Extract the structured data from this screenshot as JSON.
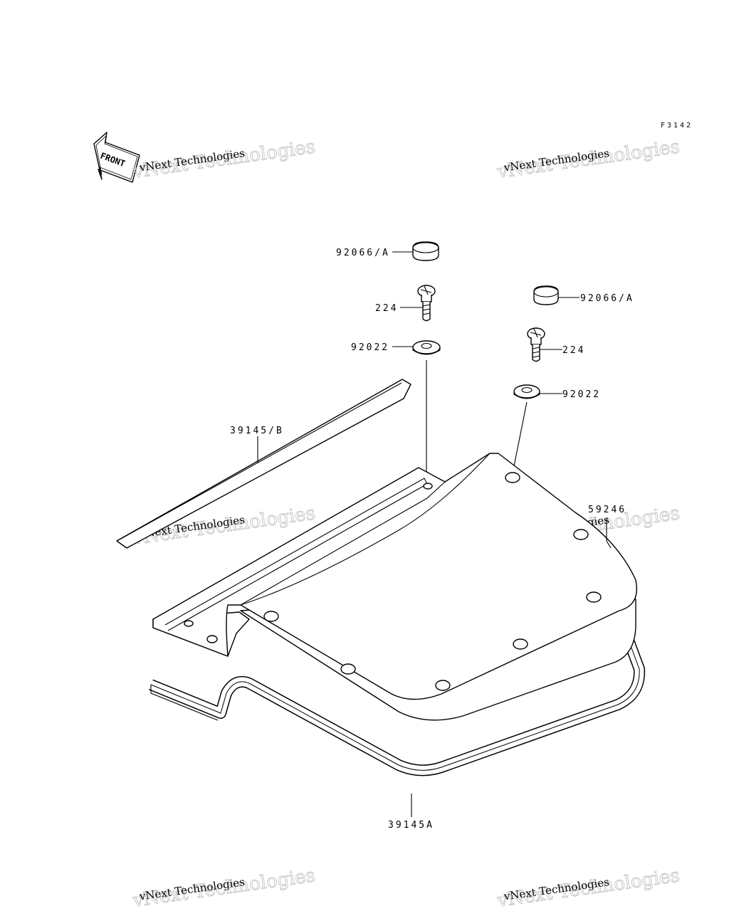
{
  "figure_code": "F3142",
  "front_badge": "FRONT",
  "watermark": {
    "line1": "vNext Technologies",
    "line2": "vNext Technologies"
  },
  "callouts": [
    {
      "id": "cap-left",
      "text": "92066/A"
    },
    {
      "id": "bolt-left",
      "text": "224"
    },
    {
      "id": "washer-left",
      "text": "92022"
    },
    {
      "id": "cap-right",
      "text": "92066/A"
    },
    {
      "id": "bolt-right",
      "text": "224"
    },
    {
      "id": "washer-right",
      "text": "92022"
    },
    {
      "id": "strip-b",
      "text": "39145/B"
    },
    {
      "id": "pad",
      "text": "59246"
    },
    {
      "id": "strip-a",
      "text": "39145A"
    }
  ]
}
